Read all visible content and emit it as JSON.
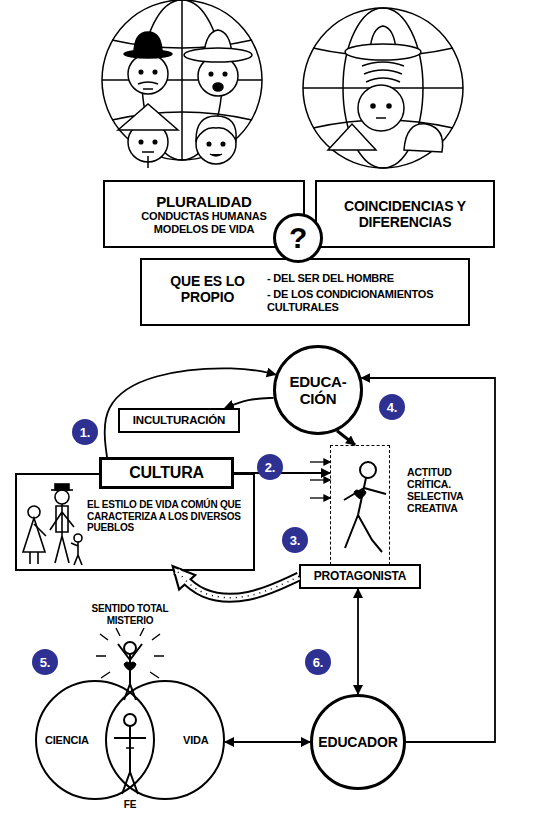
{
  "diagram": {
    "nodes": [
      {
        "text": [
          "PLURALIDAD",
          "CONDUCTAS HUMANAS MODELOS DE VIDA"
        ]
      },
      {
        "text": [
          "COINCIDENCIAS Y DIFERENCIAS"
        ]
      },
      {
        "text": [
          "?"
        ]
      },
      {
        "text": [
          "QUE ES LO PROPIO",
          "- DEL SER DEL HOMBRE",
          "- DE LOS CONDICIONAMIENTOS CULTURALES"
        ]
      },
      {
        "text": [
          "EDUCA- CIÓN"
        ]
      },
      {
        "text": [
          "INCULTURACIÓN"
        ]
      },
      {
        "text": [
          "EL ESTILO DE VIDA COMÚN QUE CARACTERIZA A LOS DIVERSOS PUEBLOS"
        ]
      },
      {
        "text": [
          "CULTURA"
        ],
        "in": 6
      },
      {
        "text": [
          "ACTITUD CRÍTICA. SELECTIVA CREATIVA"
        ]
      },
      {
        "text": [
          "PROTAGONISTA"
        ],
        "in": 8
      },
      {
        "text": [
          "CIENCIA"
        ]
      },
      {
        "text": [
          "VIDA"
        ]
      },
      {
        "text": [
          "EDUCADOR"
        ]
      }
    ],
    "edges": [
      {
        "from": 7,
        "to": 4,
        "arrow": "to"
      },
      {
        "from": 4,
        "to": 5,
        "arrow": "to"
      },
      {
        "from": 7,
        "to": 8,
        "arrow": "to"
      },
      {
        "from": 4,
        "to": 8,
        "arrow": "to"
      },
      {
        "from": 9,
        "to": 6,
        "arrow": "to"
      },
      {
        "from": 9,
        "to": 12,
        "arrow": "both"
      },
      {
        "from": 11,
        "to": 12,
        "arrow": "both"
      },
      {
        "from": 12,
        "to": 4,
        "arrow": "to"
      }
    ],
    "labels": [
      "1.",
      "2.",
      "3.",
      "4.",
      "5.",
      "6.",
      "SENTIDO TOTAL MISTERIO",
      "FE"
    ]
  }
}
